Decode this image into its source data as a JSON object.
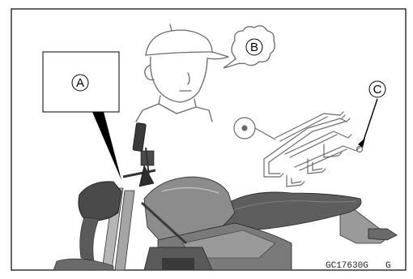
{
  "callouts": {
    "a": "A",
    "b": "B",
    "c": "C"
  },
  "figure_code": "GC17630G",
  "figure_suffix": "G",
  "colors": {
    "frame": "#000000",
    "motorcycle_body": "#8a8a8a",
    "motorcycle_dark": "#4a4a4a",
    "seat": "#5a5a5a",
    "line_art": "#6a6a6a"
  }
}
